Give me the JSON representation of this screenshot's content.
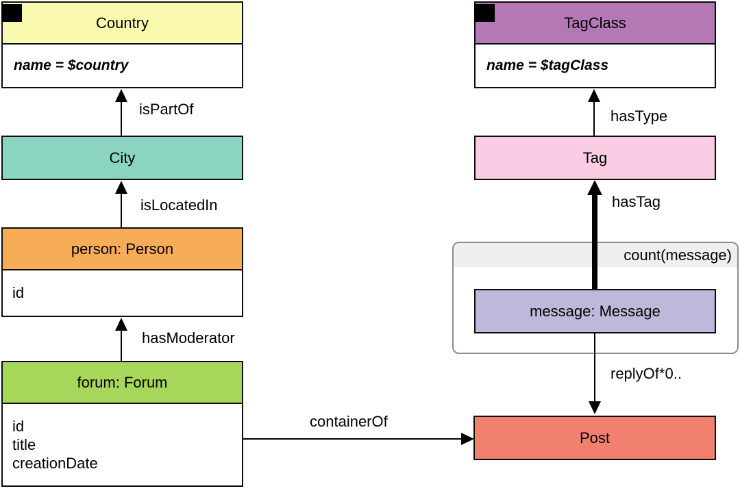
{
  "diagram": {
    "nodes": {
      "country": {
        "title": "Country",
        "attribute": "name = $country",
        "color": "#FAFAAF",
        "marker": "black-square"
      },
      "city": {
        "title": "City",
        "color": "#8BD4C1"
      },
      "person": {
        "title": "person: Person",
        "attributes": [
          "id"
        ],
        "color": "#F7AC58"
      },
      "forum": {
        "title": "forum: Forum",
        "attributes": [
          "id",
          "title",
          "creationDate"
        ],
        "color": "#A6D75A"
      },
      "tagClass": {
        "title": "TagClass",
        "attribute": "name = $tagClass",
        "color": "#B478B4",
        "marker": "black-square"
      },
      "tag": {
        "title": "Tag",
        "color": "#FACDE4"
      },
      "message": {
        "title": "message: Message",
        "color": "#BEB9DA"
      },
      "post": {
        "title": "Post",
        "color": "#F2806F"
      }
    },
    "group": {
      "label": "count(message)",
      "band_color": "#EFEFEF",
      "border_color": "#8C8C8C",
      "contains": "message"
    },
    "edges": [
      {
        "label": "isPartOf",
        "from": "city",
        "to": "country",
        "style": "thin"
      },
      {
        "label": "isLocatedIn",
        "from": "person",
        "to": "city",
        "style": "thin"
      },
      {
        "label": "hasModerator",
        "from": "forum",
        "to": "person",
        "style": "thin"
      },
      {
        "label": "hasType",
        "from": "tag",
        "to": "tagClass",
        "style": "thin"
      },
      {
        "label": "hasTag",
        "from": "message",
        "to": "tag",
        "style": "thick"
      },
      {
        "label": "replyOf*0..",
        "from": "message",
        "to": "post",
        "style": "thin"
      },
      {
        "label": "containerOf",
        "from": "forum",
        "to": "post",
        "style": "thin"
      }
    ]
  }
}
